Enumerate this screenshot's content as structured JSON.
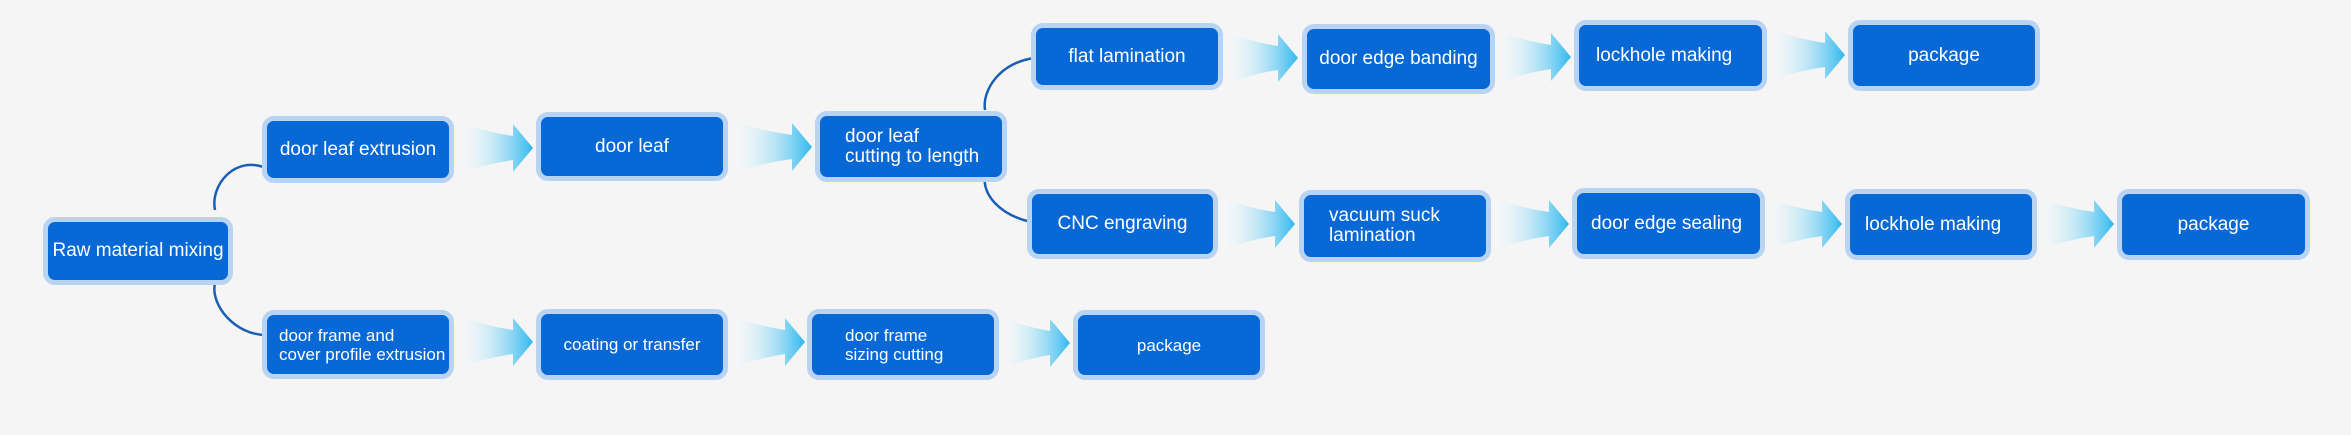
{
  "colors": {
    "background": "#f5f5f5",
    "node_fill": "#0868d6",
    "node_border": "#b9d3f3",
    "node_text": "#ffffff",
    "connector": "#1a5fb4",
    "arrow_start": "#ffffff",
    "arrow_end": "#2fb8ee"
  },
  "nodes": {
    "root": "Raw material mixing",
    "leaf_extrusion": "door leaf extrusion",
    "door_leaf": "door leaf",
    "leaf_cutting": "door leaf\ncutting to length",
    "flat_lamination": "flat lamination",
    "edge_banding": "door edge banding",
    "lockhole_1": "lockhole making",
    "package_1": "package",
    "cnc": "CNC engraving",
    "vacuum": "vacuum suck\nlamination",
    "edge_sealing": "door edge sealing",
    "lockhole_2": "lockhole making",
    "package_2": "package",
    "frame_extrusion": "door frame and\ncover profile extrusion",
    "coating": "coating or transfer",
    "frame_cutting": "door frame\nsizing cutting",
    "package_3": "package"
  }
}
